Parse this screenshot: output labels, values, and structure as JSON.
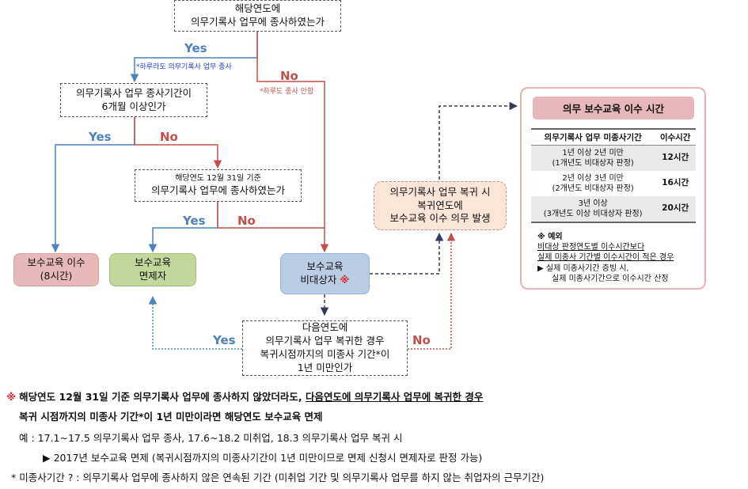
{
  "flow": {
    "q1": {
      "line1": "해당연도에",
      "line2": "의무기록사 업무에 종사하였는가"
    },
    "q2": {
      "line1": "의무기록사 업무 종사기간이",
      "line2": "6개월 이상인가"
    },
    "q3": {
      "line1": "해당연도 12월 31일 기준",
      "line2": "의무기록사 업무에 종사하였는가"
    },
    "q4": {
      "line1": "다음연도에",
      "line2": "의무기록사 업무 복귀한 경우",
      "line3": "복귀시점까지의 미종사 기간*이",
      "line4": "1년 미만인가"
    },
    "r_training": {
      "line1": "보수교육 이수",
      "line2": "(8시간)"
    },
    "r_exempt": {
      "line1": "보수교육",
      "line2": "면제자"
    },
    "r_nontarget": {
      "line1": "보수교육",
      "line2": "비대상자",
      "mark": "※"
    },
    "return_box": {
      "line1": "의무기록사 업무 복귀 시",
      "line2": "복귀연도에",
      "line3": "보수교육 이수 의무 발생"
    },
    "yes": "Yes",
    "no": "No",
    "note_yes1": "*하루라도 의무기록사 업무 종사",
    "note_no1": "*하루도 종사 안함",
    "colors": {
      "yes": "#4f81bd",
      "no": "#c0504d",
      "training": "#e6b8b7",
      "exempt": "#c4d79b",
      "nontarget": "#b8cce4",
      "return": "#fbe5d6"
    }
  },
  "panel": {
    "title": "의무 보수교육 이수 시간",
    "header_period": "의무기록사 업무 미종사기간",
    "header_hours": "이수시간",
    "rows": [
      {
        "period1": "1년 이상 2년 미만",
        "period2": "(1개년도 비대상자 판정)",
        "hours": "12시간"
      },
      {
        "period1": "2년 이상 3년 미만",
        "period2": "(2개년도 비대상자 판정)",
        "hours": "16시간"
      },
      {
        "period1": "3년 이상",
        "period2": "(3개년도 이상 비대상자 판정)",
        "hours": "20시간"
      }
    ],
    "exception_title": "※ 예외",
    "exception_line1": "비대상 판정연도별 이수시간보다",
    "exception_line2": "실제 미종사 기간별 이수시간이 적은 경우",
    "exception_line3": "▶ 실제 미종사기간 증빙 시,",
    "exception_line4": "실제 미종사기간으로 이수시간 산정"
  },
  "notes": {
    "mark": "※",
    "line1_a": "해당연도 12월 31일 기준 의무기록사 업무에 종사하지 않았더라도, ",
    "line1_b": "다음연도에 의무기록사 업무에 복귀한 경우",
    "line2": "복귀 시점까지의 미종사 기간*이 1년 미만이라면 해당연도 보수교육 면제",
    "example": "예 : 17.1~17.5 의무기록사 업무 종사, 17.6~18.2 미취업, 18.3 의무기록사 업무 복귀 시",
    "result": "▶ 2017년 보수교육 면제 (복귀시점까지의 미종사기간이 1년 미만이므로 면제 신청시 면제자로 판정 가능)",
    "definition": "* 미종사기간 ? : 의무기록사 업무에 종사하지 않은 연속된 기간 (미취업 기간 및 의무기록사 업무를 하지 않는 취업자의 근무기간)"
  }
}
